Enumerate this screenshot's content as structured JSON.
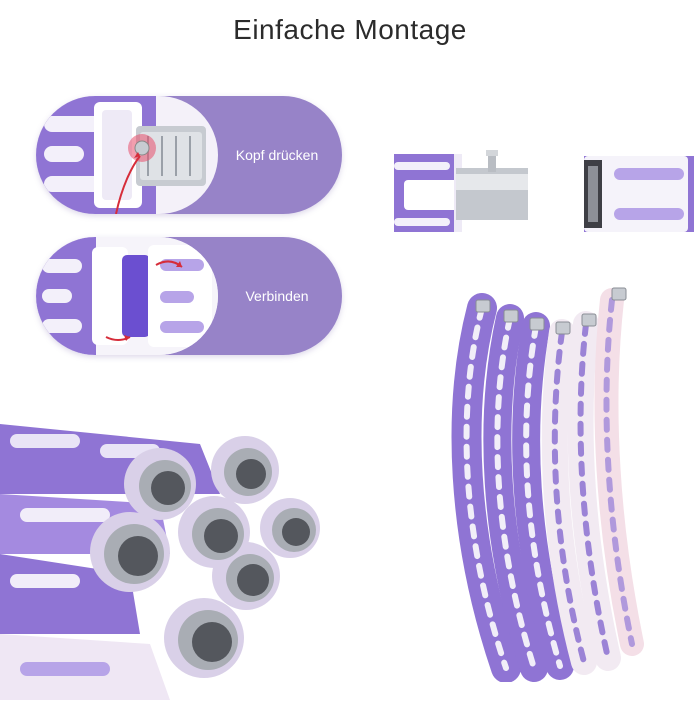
{
  "header": {
    "title": "Einfache Montage"
  },
  "steps": [
    {
      "label": "Kopf drücken"
    },
    {
      "label": "Verbinden"
    }
  ],
  "colors": {
    "purple": "#8b6fd0",
    "card_purple": "#9783c8",
    "white_segment": "#f4f1f8",
    "metal": "#c9ccd1"
  },
  "icons": [
    "push-button-closeup",
    "connect-arrows-closeup",
    "segment-pin",
    "segment-socket",
    "hoop-segment-bundle",
    "curved-hoop-segments"
  ]
}
